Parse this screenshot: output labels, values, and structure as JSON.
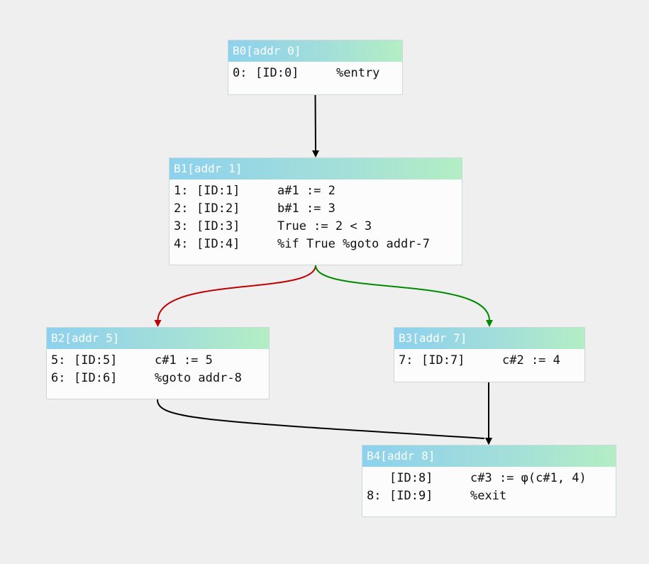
{
  "blocks": [
    {
      "id": "B0",
      "title": "B0[addr 0]",
      "instructions": [
        {
          "line": "0:",
          "id": "[ID:0]",
          "text": "%entry"
        }
      ]
    },
    {
      "id": "B1",
      "title": "B1[addr 1]",
      "instructions": [
        {
          "line": "1:",
          "id": "[ID:1]",
          "text": "a#1 := 2"
        },
        {
          "line": "2:",
          "id": "[ID:2]",
          "text": "b#1 := 3"
        },
        {
          "line": "3:",
          "id": "[ID:3]",
          "text": "True := 2 < 3"
        },
        {
          "line": "4:",
          "id": "[ID:4]",
          "text": "%if True %goto addr-7"
        }
      ]
    },
    {
      "id": "B2",
      "title": "B2[addr 5]",
      "instructions": [
        {
          "line": "5:",
          "id": "[ID:5]",
          "text": "c#1 := 5"
        },
        {
          "line": "6:",
          "id": "[ID:6]",
          "text": "%goto addr-8"
        }
      ]
    },
    {
      "id": "B3",
      "title": "B3[addr 7]",
      "instructions": [
        {
          "line": "7:",
          "id": "[ID:7]",
          "text": "c#2 := 4"
        }
      ]
    },
    {
      "id": "B4",
      "title": "B4[addr 8]",
      "instructions": [
        {
          "line": "",
          "id": "[ID:8]",
          "text": "c#3 := φ(c#1, 4)"
        },
        {
          "line": "8:",
          "id": "[ID:9]",
          "text": "%exit"
        }
      ]
    }
  ],
  "edges": [
    {
      "from": "B0",
      "to": "B1",
      "kind": "fallthrough",
      "color": "#000000"
    },
    {
      "from": "B1",
      "to": "B2",
      "kind": "false-branch",
      "color": "#c00000"
    },
    {
      "from": "B1",
      "to": "B3",
      "kind": "true-branch",
      "color": "#008a00"
    },
    {
      "from": "B2",
      "to": "B4",
      "kind": "jump",
      "color": "#000000"
    },
    {
      "from": "B3",
      "to": "B4",
      "kind": "fallthrough",
      "color": "#000000"
    }
  ]
}
